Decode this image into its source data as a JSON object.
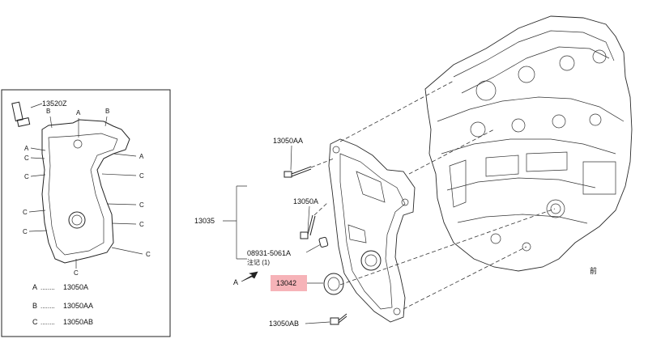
{
  "inset": {
    "callout_sensor": "13520Z",
    "letters": {
      "a": "A",
      "b": "B",
      "c": "C"
    }
  },
  "legend": [
    {
      "key": "A",
      "dots": "........",
      "part": "13050A"
    },
    {
      "key": "B",
      "dots": "........",
      "part": "13050AA"
    },
    {
      "key": "C",
      "dots": "........",
      "part": "13050AB"
    }
  ],
  "callouts": {
    "bolt_aa": "13050AA",
    "bolt_a": "13050A",
    "cover": "13035",
    "pin": "08931-5061A",
    "pin_note": "注记 (1)",
    "seal": "13042",
    "bolt_ab": "13050AB",
    "arrow_a": "A"
  },
  "highlight_color": "#f6b3b8"
}
